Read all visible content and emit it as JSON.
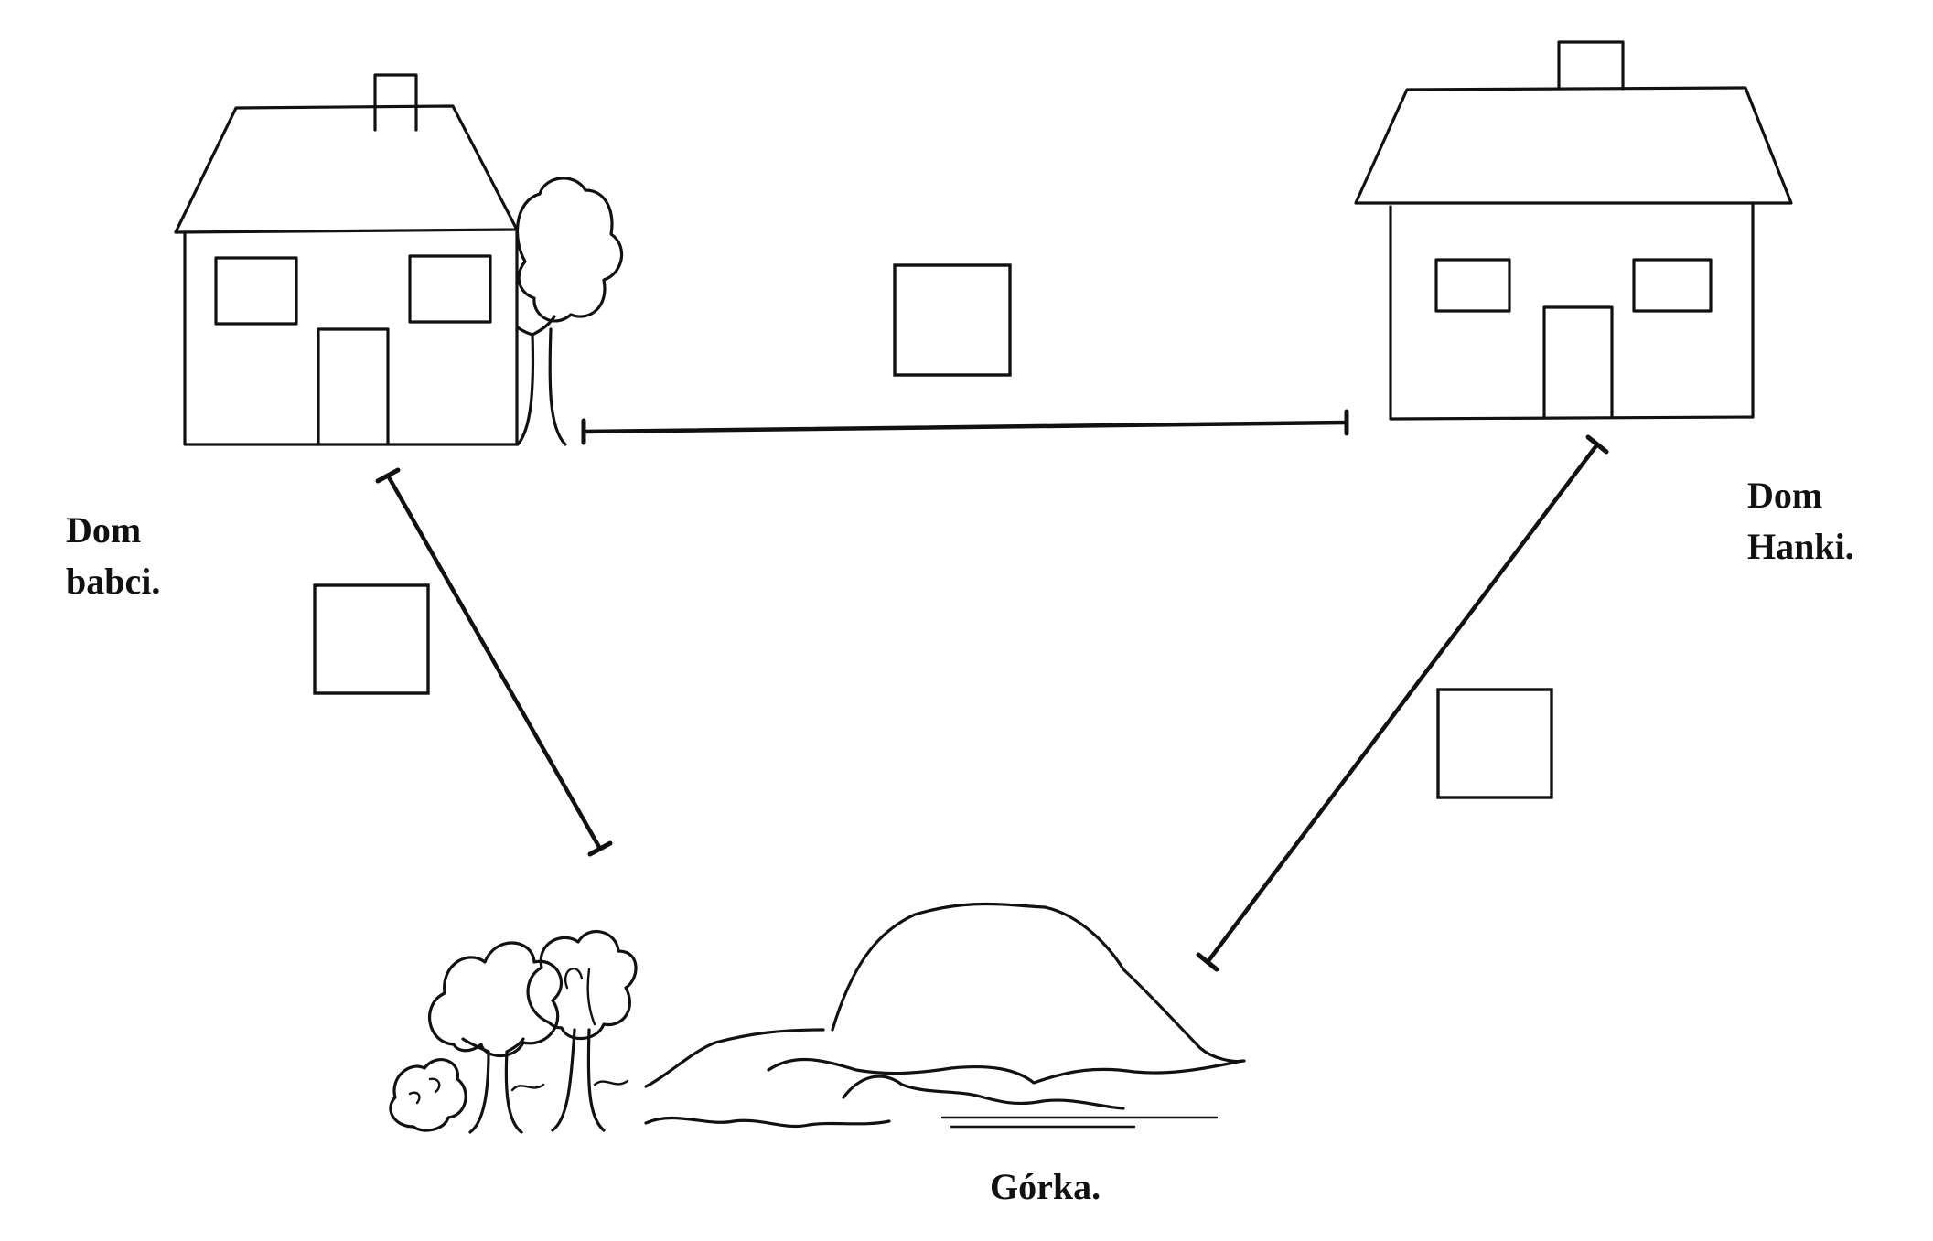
{
  "labels": {
    "grandma_house": "Dom\nbabci.",
    "hanka_house": "Dom\nHanki.",
    "hill": "Górka."
  },
  "answer_boxes": [
    {
      "name": "box-grandma-hanka",
      "value": ""
    },
    {
      "name": "box-grandma-hill",
      "value": ""
    },
    {
      "name": "box-hanka-hill",
      "value": ""
    }
  ],
  "colors": {
    "ink": "#111111",
    "paper": "#ffffff"
  }
}
